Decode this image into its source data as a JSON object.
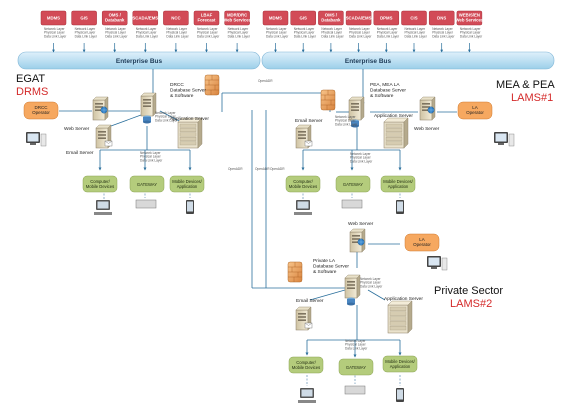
{
  "left_systems": [
    "MDMS",
    "GIS",
    "OMS /\nDatabank",
    "SCADA/EMS",
    "NCC",
    "LBAF\nForecast",
    "MDR/DRC\nWeb Services"
  ],
  "right_systems": [
    "MDMS",
    "GIS",
    "OMS /\nDatabank",
    "SCADA/EMS",
    "DPMS",
    "CIS",
    "DNS",
    "WEBIS/EN\nWeb Services"
  ],
  "enterprise_bus_label": "Enterprise Bus",
  "egat": {
    "name": "EGAT",
    "system": "DRMS"
  },
  "mea_pea": {
    "name": "MEA & PEA",
    "system": "LAMS#1"
  },
  "private": {
    "name": "Private Sector",
    "system": "LAMS#2"
  },
  "labels": {
    "drcc_operator": "DRCC\nOperator",
    "la_operator": "LA\nOperator",
    "web_server": "Web Server",
    "email_server": "Email Server",
    "application_server": "Application Server",
    "drcc_db": "DRCC\nDatabase Server\n& Software",
    "pea_db": "PEA, MEA LA\nDatabase Server\n& Software",
    "private_db": "Private LA\nDatabase Server\n& Software",
    "computer_mobile": "Computer/\nMobile Devices",
    "gateway": "GATEWAY",
    "mobile_app": "Mobile Devices/\nApplication",
    "openadr": "OpenADR\nTCP/IP",
    "network_layers": "Network Layer\nPhysical Layer\nData Link Layer"
  }
}
